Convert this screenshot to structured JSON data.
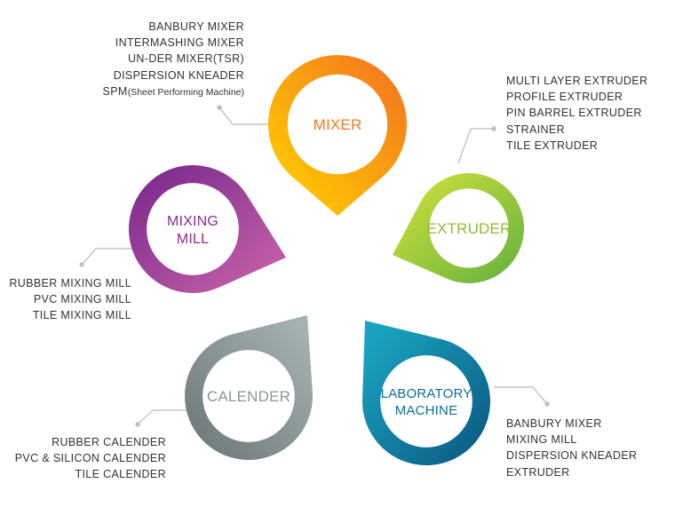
{
  "colors": {
    "mixer_start": "#ffcc00",
    "mixer_end": "#f47a1f",
    "mixer_text": "#f47a1f",
    "extruder_start": "#c9df3a",
    "extruder_end": "#6eb53f",
    "extruder_text": "#8cbd2c",
    "mixing_mill_start": "#7e2c8e",
    "mixing_mill_end": "#c45fa8",
    "mixing_mill_text": "#8a2e8f",
    "calender_start": "#6f7b7b",
    "calender_end": "#a5b0b0",
    "calender_text": "#8a9696",
    "laboratory_start": "#1aa3c0",
    "laboratory_end": "#0b5d86",
    "laboratory_text": "#0e6f97",
    "connector": "#bbbbbb",
    "list_text": "#333333"
  },
  "pins": {
    "mixer": {
      "label_lines": [
        "MIXER"
      ]
    },
    "extruder": {
      "label_lines": [
        "EXTRUDER"
      ]
    },
    "mixing_mill": {
      "label_lines": [
        "MIXING",
        "MILL"
      ]
    },
    "calender": {
      "label_lines": [
        "CALENDER"
      ]
    },
    "laboratory": {
      "label_lines": [
        "LABORATORY",
        "MACHINE"
      ]
    }
  },
  "lists": {
    "mixer": {
      "items": [
        "BANBURY MIXER",
        "INTERMASHING MIXER",
        "UN-DER MIXER(TSR)",
        "DISPERSION KNEADER"
      ],
      "spm_main": "SPM",
      "spm_note": "(Sheet Performing Machine)"
    },
    "extruder": {
      "items": [
        "MULTI LAYER EXTRUDER",
        "PROFILE EXTRUDER",
        "PIN BARREL EXTRUDER",
        "STRAINER",
        "TILE EXTRUDER"
      ]
    },
    "mixing_mill": {
      "items": [
        "RUBBER MIXING MILL",
        "PVC MIXING MILL",
        "TILE MIXING MILL"
      ]
    },
    "calender": {
      "items": [
        "RUBBER CALENDER",
        "PVC & SILICON CALENDER",
        "TILE CALENDER"
      ]
    },
    "laboratory": {
      "items": [
        "BANBURY MIXER",
        "MIXING MILL",
        "DISPERSION KNEADER",
        "EXTRUDER"
      ]
    }
  }
}
